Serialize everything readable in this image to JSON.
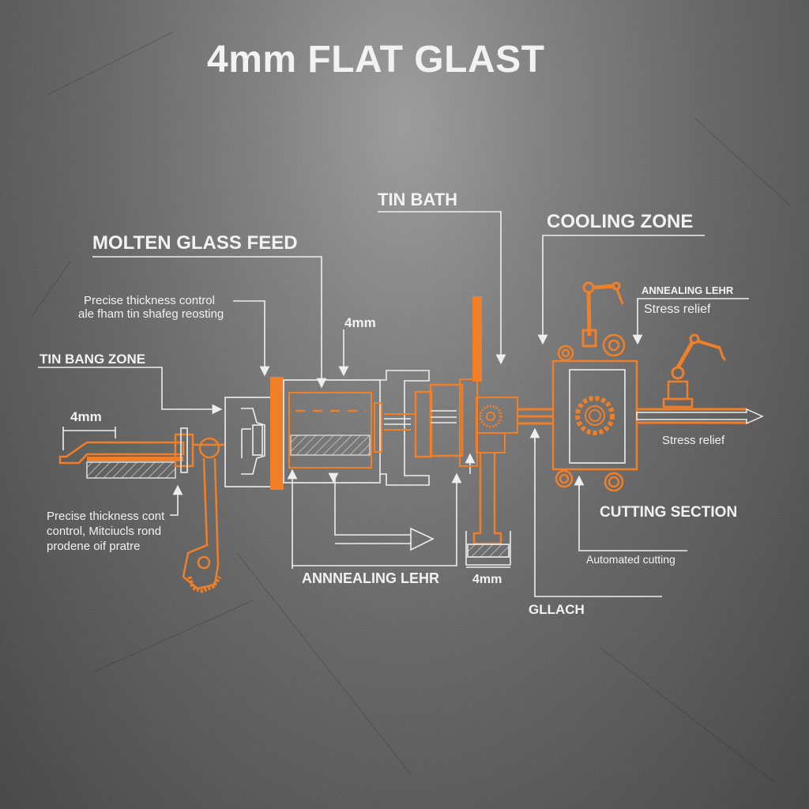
{
  "title": "4mm FLAT GLAST",
  "colors": {
    "accent": "#f07f2a",
    "line": "#eeeeee",
    "background": "#5f5f5f"
  },
  "labels": {
    "molten_glass_feed": "MOLTEN GLASS FEED",
    "tin_bath": "TIN BATH",
    "cooling_zone": "COOLING ZONE",
    "annealing_lehr_top": "ANNEALING LEHR",
    "stress_relief_top": "Stress relief",
    "tin_bang_zone": "TIN BANG ZONE",
    "precise_note_top_line1": "Precise thickness control",
    "precise_note_top_line2": "ale fham tin shafeg reosting",
    "dim_4mm_left": "4mm",
    "dim_4mm_center": "4mm",
    "dim_4mm_bottom": "4mm",
    "precise_note_bottom": "Precise thickness cont\ncontrol, Mitciucls rond\nprodene oif pratre",
    "annealing_lehr_bottom": "ANNNEALING LEHR",
    "gllach": "GLLACH",
    "stress_relief_right": "Stress relief",
    "cutting_section": "CUTTING SECTION",
    "automated_cutting": "Automated cutting"
  },
  "icons": {
    "gear": "gear-icon",
    "robot_arm": "robot-arm-icon",
    "arrow": "arrow-icon"
  }
}
